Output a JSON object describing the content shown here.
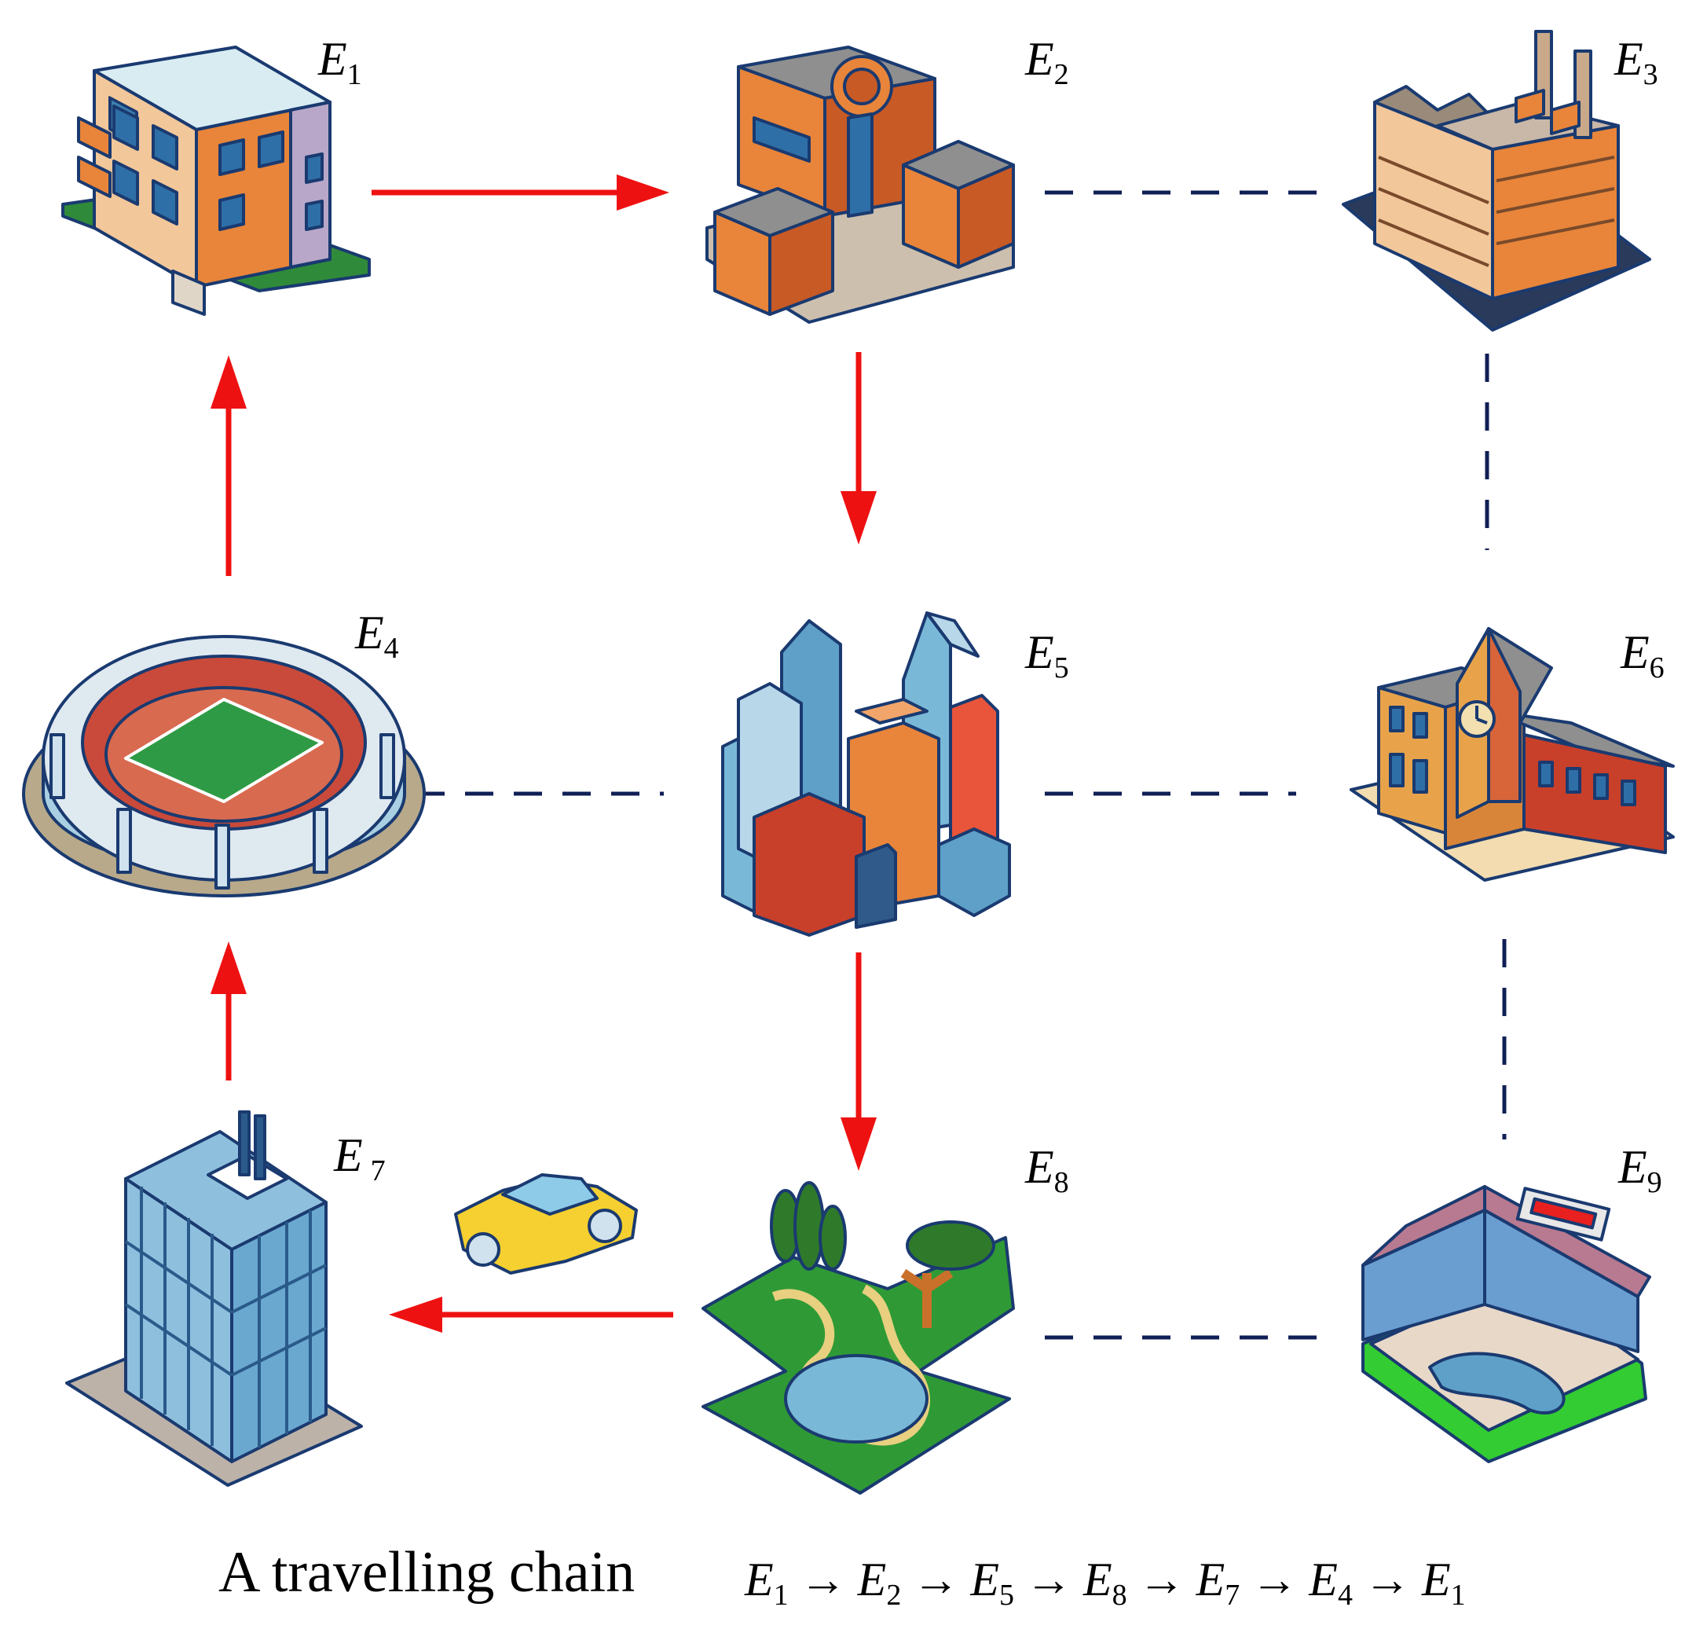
{
  "nodes": [
    {
      "id": "E1",
      "letter": "E",
      "sub": "1",
      "icon": "apartment-building-icon"
    },
    {
      "id": "E2",
      "letter": "E",
      "sub": "2",
      "icon": "shopping-mall-icon"
    },
    {
      "id": "E3",
      "letter": "E",
      "sub": "3",
      "icon": "factory-icon"
    },
    {
      "id": "E4",
      "letter": "E",
      "sub": "4",
      "icon": "stadium-icon"
    },
    {
      "id": "E5",
      "letter": "E",
      "sub": "5",
      "icon": "city-skyline-icon"
    },
    {
      "id": "E6",
      "letter": "E",
      "sub": "6",
      "icon": "school-clocktower-icon"
    },
    {
      "id": "E7",
      "letter": "E",
      "sub": "7",
      "icon": "office-tower-icon"
    },
    {
      "id": "E8",
      "letter": "E",
      "sub": "8",
      "icon": "park-icon"
    },
    {
      "id": "E9",
      "letter": "E",
      "sub": "9",
      "icon": "motel-pool-icon"
    }
  ],
  "travel_edges": [
    {
      "from": "E1",
      "to": "E2"
    },
    {
      "from": "E2",
      "to": "E5"
    },
    {
      "from": "E5",
      "to": "E8"
    },
    {
      "from": "E8",
      "to": "E7"
    },
    {
      "from": "E7",
      "to": "E4"
    },
    {
      "from": "E4",
      "to": "E1"
    }
  ],
  "other_links": [
    {
      "a": "E2",
      "b": "E3"
    },
    {
      "a": "E3",
      "b": "E6"
    },
    {
      "a": "E4",
      "b": "E5"
    },
    {
      "a": "E5",
      "b": "E6"
    },
    {
      "a": "E6",
      "b": "E9"
    },
    {
      "a": "E8",
      "b": "E9"
    }
  ],
  "caption": "A travelling chain",
  "chain": [
    {
      "letter": "E",
      "sub": "1"
    },
    {
      "letter": "E",
      "sub": "2"
    },
    {
      "letter": "E",
      "sub": "5"
    },
    {
      "letter": "E",
      "sub": "8"
    },
    {
      "letter": "E",
      "sub": "7"
    },
    {
      "letter": "E",
      "sub": "4"
    },
    {
      "letter": "E",
      "sub": "1"
    }
  ],
  "chain_arrow": "→",
  "colors": {
    "travel_arrow": "#ee1111",
    "link_dash": "#101f55",
    "outline": "#1a3a70"
  },
  "decor_icon": "taxi-car-icon"
}
